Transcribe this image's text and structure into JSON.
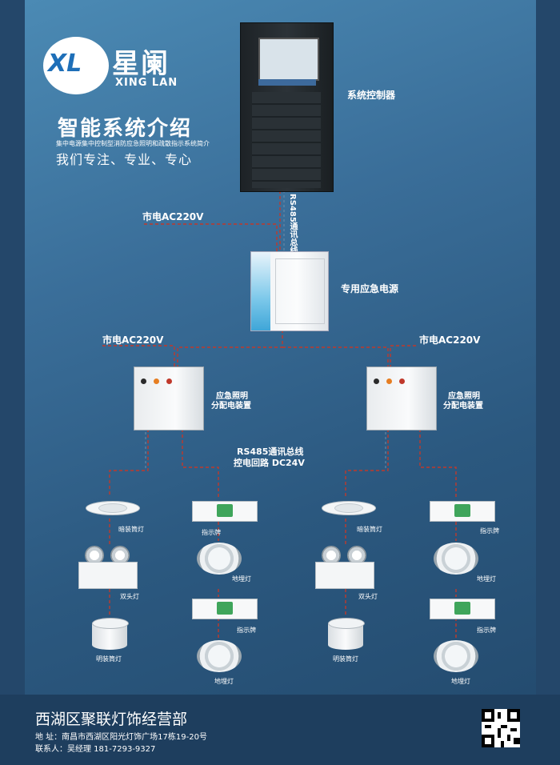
{
  "brand": {
    "logo_mark": "XL",
    "name_cn": "星阑",
    "name_en": "XING LAN"
  },
  "title": "智能系统介绍",
  "subtitle": "集中电源集中控制型消防应急照明和疏散指示系统简介",
  "slogan": "我们专注、专业、专心",
  "labels": {
    "controller": "系统控制器",
    "rs485_vertical": "RS485通讯总线",
    "mains_top": "市电AC220V",
    "power_supply": "专用应急电源",
    "mains_left": "市电AC220V",
    "mains_right": "市电AC220V",
    "dist_box_left_1": "应急照明",
    "dist_box_left_2": "分配电装置",
    "dist_box_right_1": "应急照明",
    "dist_box_right_2": "分配电装置",
    "bus_line_1": "RS485通讯总线",
    "bus_line_2": "控电回路  DC24V"
  },
  "devices": {
    "recessed_downlight": "暗装筒灯",
    "sign": "指示牌",
    "twin_head": "双头灯",
    "ground_light": "地埋灯",
    "surface_downlight": "明装筒灯"
  },
  "colors": {
    "wire": "#c0392b",
    "wire_dash": "#7e8fa0"
  },
  "footer": {
    "company": "西湖区聚联灯饰经营部",
    "address": "地    址：南昌市西湖区阳光灯饰广场17栋19-20号",
    "contact": "联系人：吴经理  181-7293-9327"
  }
}
